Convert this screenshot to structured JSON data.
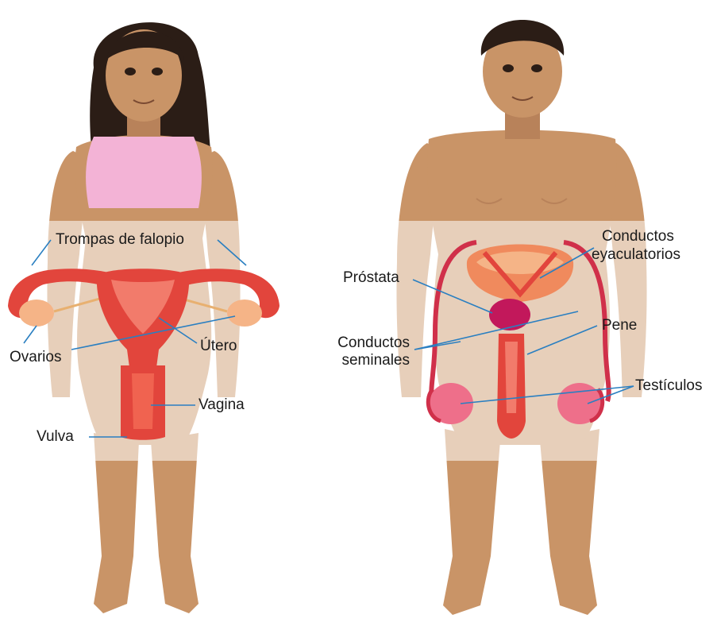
{
  "colors": {
    "skin": "#c99467",
    "skin_shadow": "#b8825a",
    "hair": "#2b1d16",
    "top": "#f3b3d6",
    "organ_red": "#e2453c",
    "organ_light": "#f27b6b",
    "ovary": "#f5b487",
    "prostate": "#c2185b",
    "testis": "#ee6f8a",
    "leader_line": "#2a7fc1",
    "overlay_band": "rgba(255,255,255,0.55)"
  },
  "female": {
    "labels": {
      "trompas": "Trompas de falopio",
      "ovarios": "Ovarios",
      "utero": "Útero",
      "vagina": "Vagina",
      "vulva": "Vulva"
    }
  },
  "male": {
    "labels": {
      "conductos_eyac_1": "Conductos",
      "conductos_eyac_2": "eyaculatorios",
      "prostata": "Próstata",
      "pene": "Pene",
      "conductos_sem_1": "Conductos",
      "conductos_sem_2": "seminales",
      "testiculos": "Testículos"
    }
  }
}
